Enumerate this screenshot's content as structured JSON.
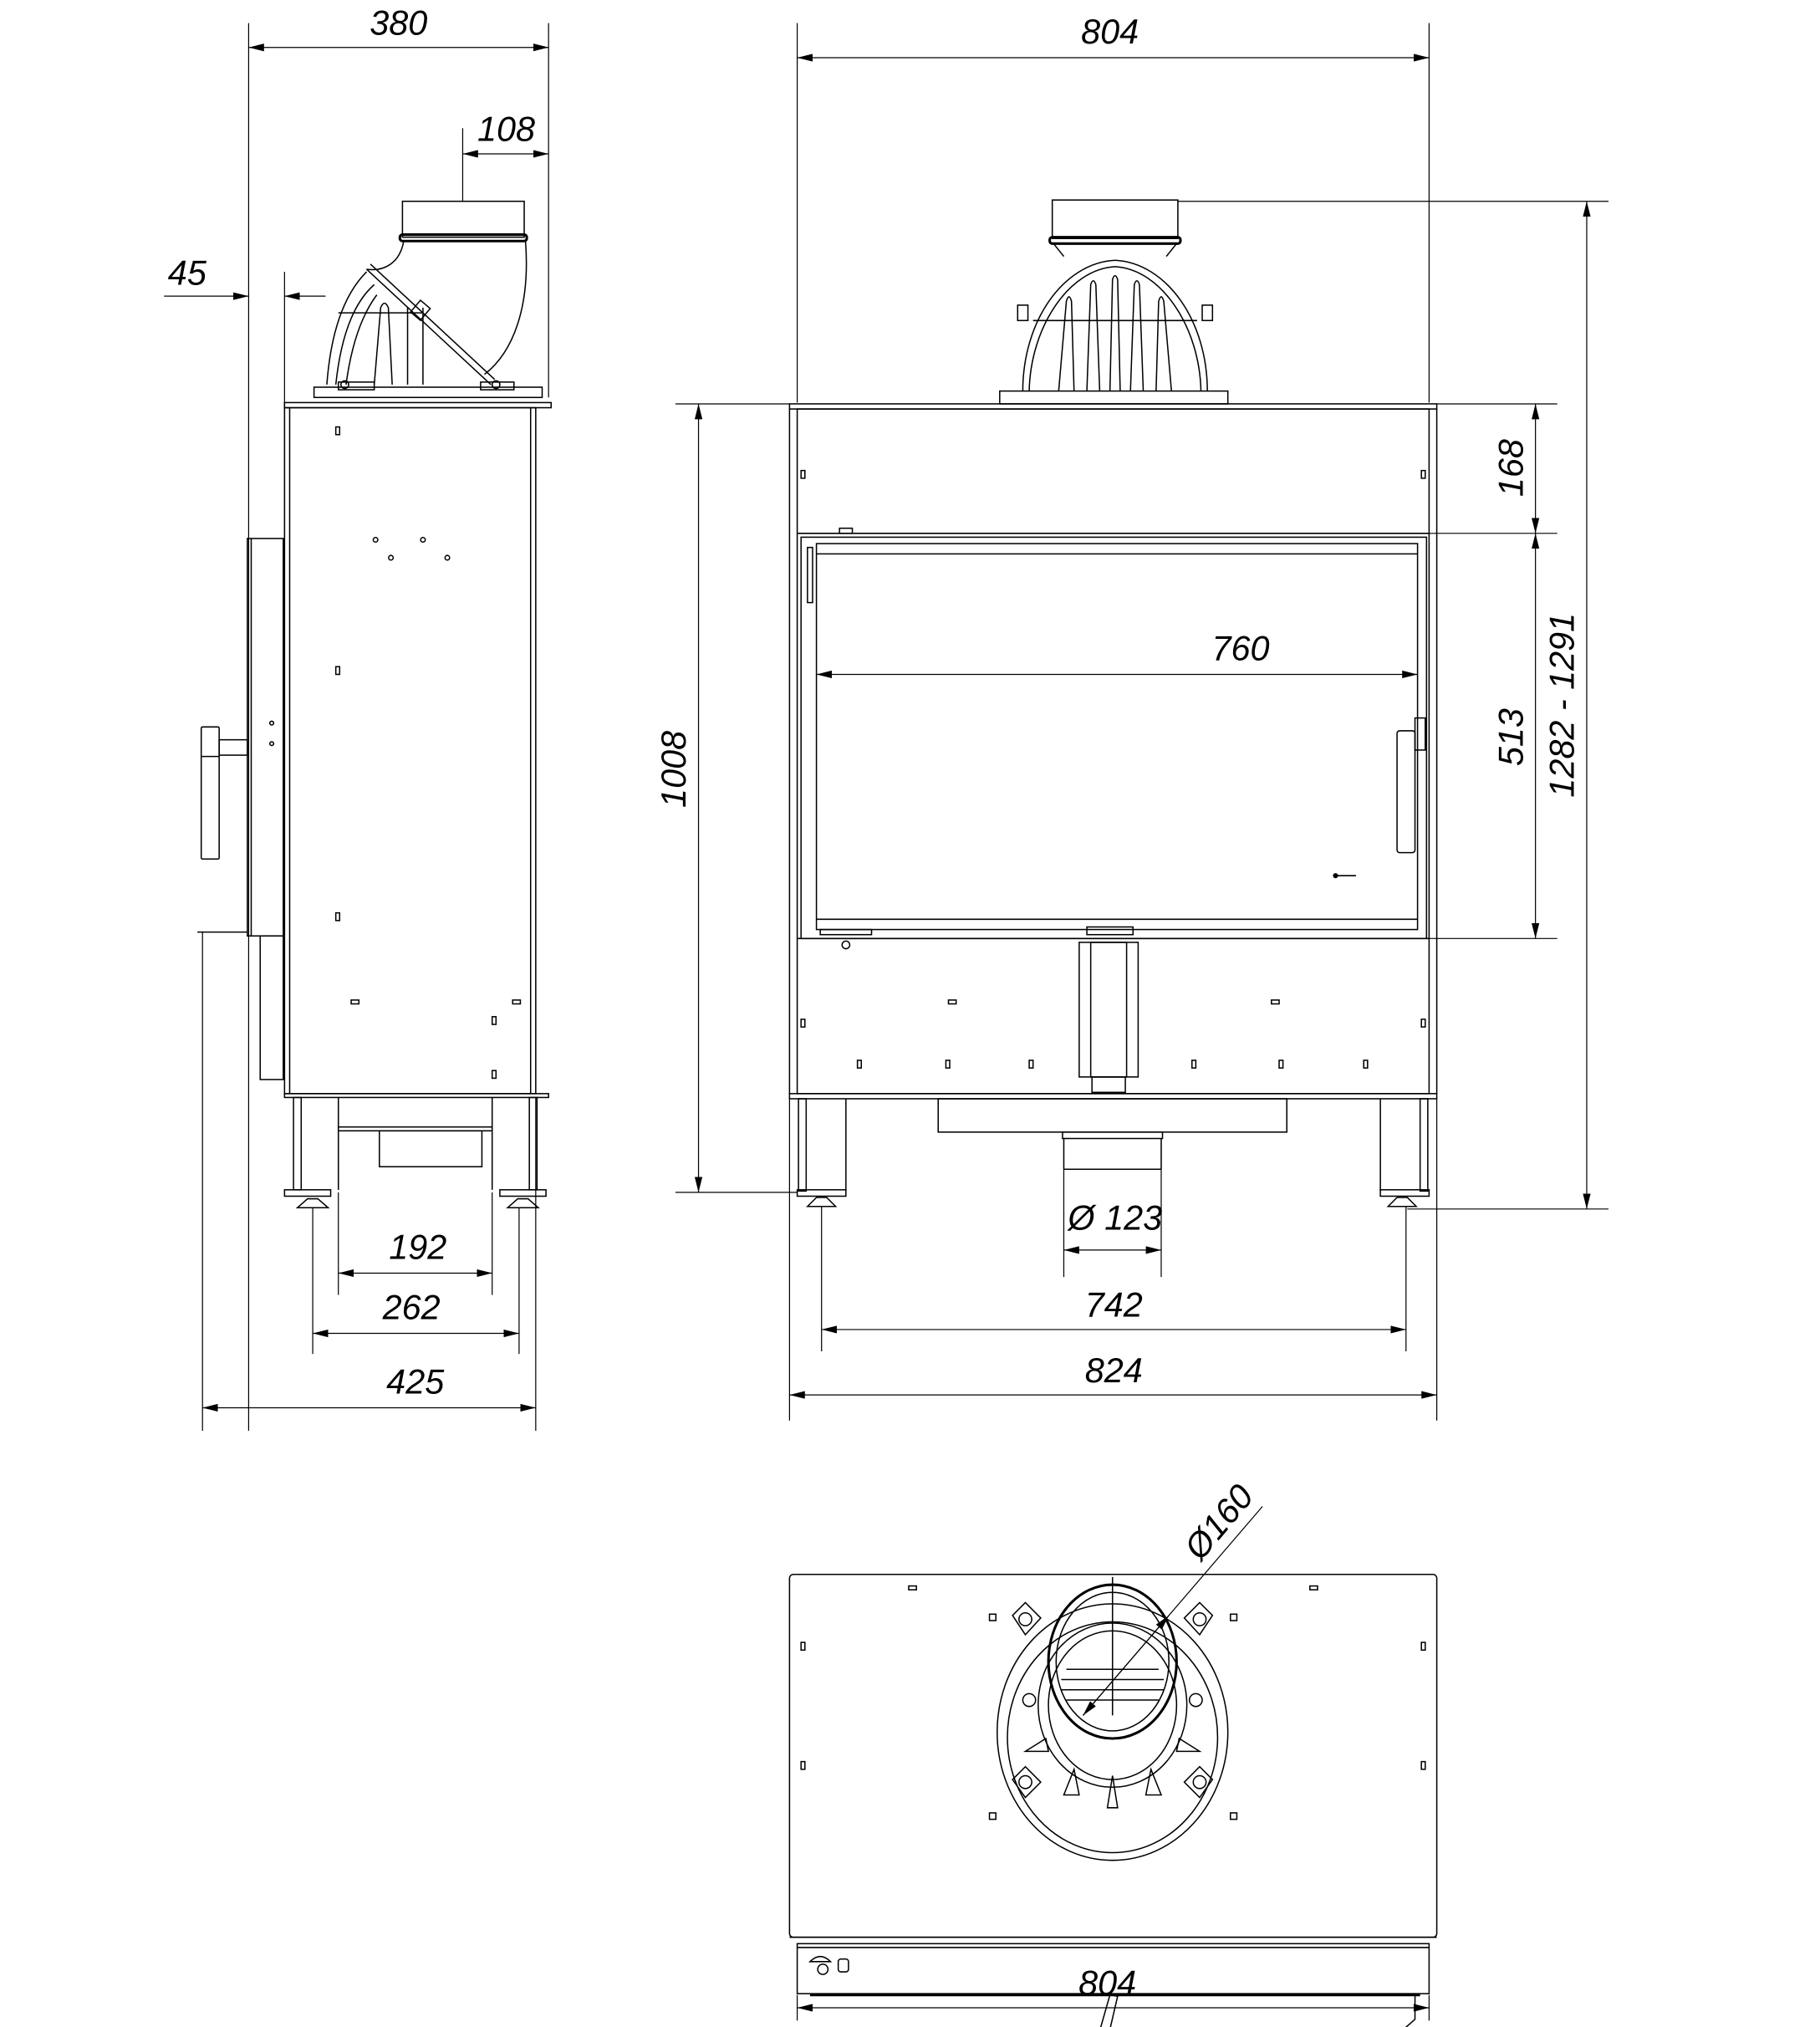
{
  "drawing": {
    "type": "technical-dimension-drawing",
    "subject": "fireplace insert",
    "views": [
      "side-view",
      "front-view",
      "top-view"
    ],
    "line_color": "#000000",
    "background": "#ffffff"
  },
  "side_view": {
    "dimensions": {
      "overall_depth_top": "380",
      "flue_offset": "108",
      "front_offset": "45",
      "inner_leg_span": "192",
      "leg_span": "262",
      "overall_depth_bottom": "425"
    }
  },
  "front_view": {
    "dimensions": {
      "width_top": "804",
      "top_panel_height": "168",
      "glass_width": "760",
      "glass_height": "513",
      "overall_height_range": "1282 - 1291",
      "body_height": "1008",
      "air_inlet_diameter": "Ø 123",
      "leg_span": "742",
      "overall_width": "824"
    }
  },
  "top_view": {
    "dimensions": {
      "flue_diameter": "Ø160",
      "width": "804"
    }
  }
}
